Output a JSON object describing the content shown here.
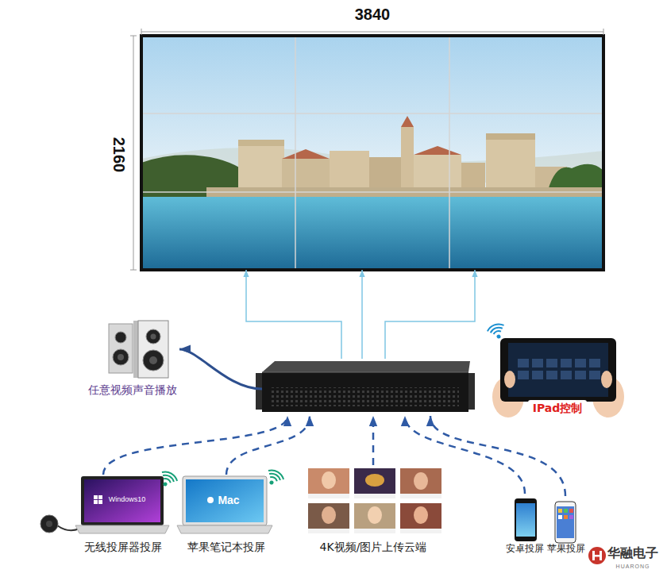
{
  "diagram": {
    "nodes": [
      {
        "text": []
      },
      {
        "text": [
          "任意视频声音播放"
        ]
      },
      {
        "text": []
      },
      {
        "text": [
          "IPad控制"
        ]
      },
      {
        "text": [
          "无线投屏器投屏"
        ]
      },
      {
        "text": [
          "苹果笔记本投屏"
        ]
      },
      {
        "text": [
          "4K视频/图片上传云端"
        ]
      },
      {
        "text": [
          "安卓投屏"
        ]
      },
      {
        "text": [
          "苹果投屏"
        ]
      }
    ],
    "edges": [
      {
        "from": 2,
        "to": 0,
        "arrow": "to"
      },
      {
        "from": 2,
        "to": 0,
        "arrow": "to"
      },
      {
        "from": 2,
        "to": 0,
        "arrow": "to"
      },
      {
        "from": 2,
        "to": 1,
        "arrow": "to"
      },
      {
        "from": 4,
        "to": 2,
        "arrow": "to"
      },
      {
        "from": 5,
        "to": 2,
        "arrow": "to"
      },
      {
        "from": 6,
        "to": 2,
        "arrow": "to"
      },
      {
        "from": 7,
        "to": 2,
        "arrow": "to"
      },
      {
        "from": 8,
        "to": 2,
        "arrow": "to"
      }
    ],
    "labels": [
      "3840",
      "2160",
      "Windows10",
      "Mac",
      "华融电子",
      "HUARONG"
    ]
  }
}
